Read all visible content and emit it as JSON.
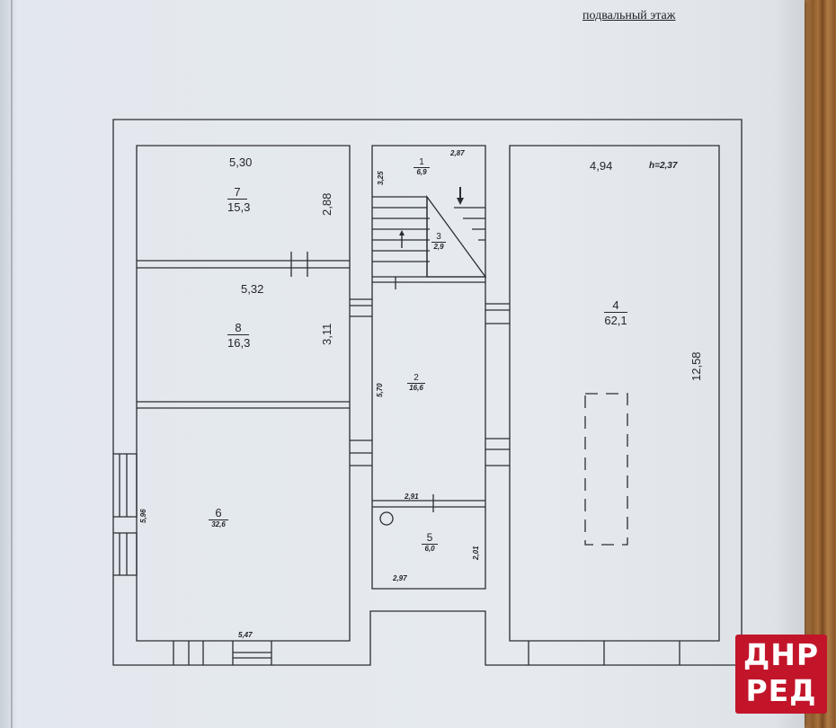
{
  "title": "подвальный этаж",
  "rooms": [
    {
      "num": "7",
      "area": "15,3"
    },
    {
      "num": "8",
      "area": "16,3"
    },
    {
      "num": "6",
      "area": "32,6"
    },
    {
      "num": "1",
      "area": "6,9"
    },
    {
      "num": "3",
      "area": "2,9"
    },
    {
      "num": "2",
      "area": "16,6"
    },
    {
      "num": "5",
      "area": "6,0"
    },
    {
      "num": "4",
      "area": "62,1"
    }
  ],
  "dimensions": {
    "r7_width": "5,30",
    "r7_height": "2,88",
    "r8_width": "5,32",
    "r8_height": "3,11",
    "r6_height": "5,96",
    "r6_width": "5,47",
    "r1_height": "3,25",
    "r1_width": "2,87",
    "r2_height": "5,70",
    "r5_top": "2,91",
    "r5_side": "2,01",
    "r5_bottom": "2,97",
    "r4_width": "4,94",
    "r4_ceiling": "h=2,37",
    "r4_length": "12,58"
  },
  "watermark": {
    "line1": "ДНР",
    "line2": "РЕД"
  },
  "colors": {
    "paper": "#e6eaef",
    "ink": "#23262b",
    "logo_red": "#c2152a"
  }
}
